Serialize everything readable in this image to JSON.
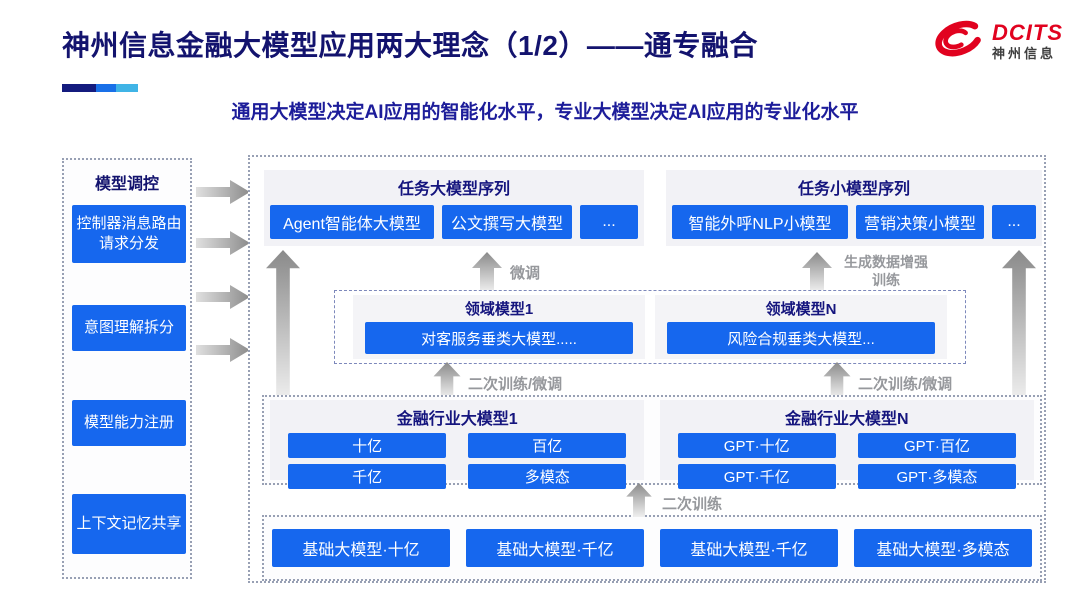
{
  "header": {
    "title": "神州信息金融大模型应用两大理念（1/2）——通专融合",
    "subtitle": "通用大模型决定AI应用的智能化水平，专业大模型决定AI应用的专业化水平",
    "logo_brand": "DCITS",
    "logo_name": "神州信息"
  },
  "sidebar": {
    "title": "模型调控",
    "items": [
      "控制器消息路由请求分发",
      "意图理解拆分",
      "模型能力注册",
      "上下文记忆共享"
    ]
  },
  "task_large_models": {
    "title": "任务大模型序列",
    "items": [
      "Agent智能体大模型",
      "公文撰写大模型",
      "..."
    ]
  },
  "task_small_models": {
    "title": "任务小模型序列",
    "items": [
      "智能外呼NLP小模型",
      "营销决策小模型",
      "..."
    ]
  },
  "flow_labels": {
    "finetune": "微调",
    "gen_data_training": "生成数据增强训练",
    "retrain_finetune_left": "二次训练/微调",
    "retrain_finetune_right": "二次训练/微调",
    "retrain": "二次训练"
  },
  "domain_models": [
    {
      "title": "领域模型1",
      "model": "对客服务垂类大模型....."
    },
    {
      "title": "领域模型N",
      "model": "风险合规垂类大模型..."
    }
  ],
  "industry_models": [
    {
      "title": "金融行业大模型1",
      "items": [
        "十亿",
        "百亿",
        "千亿",
        "多模态"
      ]
    },
    {
      "title": "金融行业大模型N",
      "items": [
        "GPT·十亿",
        "GPT·百亿",
        "GPT·千亿",
        "GPT·多模态"
      ]
    }
  ],
  "base_models": [
    "基础大模型·十亿",
    "基础大模型·千亿",
    "基础大模型·千亿",
    "基础大模型·多模态"
  ],
  "colors": {
    "accent_blue": "#1667EE",
    "navy_text": "#15157E",
    "brand_red": "#E1021F",
    "gray_label": "#96989C"
  }
}
